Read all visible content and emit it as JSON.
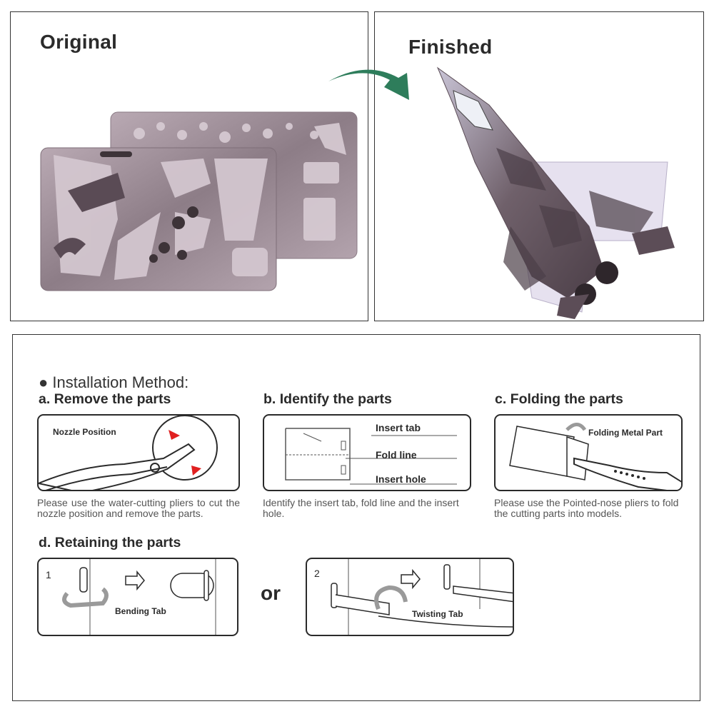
{
  "top": {
    "original_title": "Original",
    "finished_title": "Finished",
    "arrow_color": "#2e7d5b"
  },
  "installation": {
    "heading": "● Installation Method:",
    "a": {
      "title": "a. Remove the parts",
      "label": "Nozzle Position",
      "desc": "Please use the water-cutting pliers to cut the nozzle position and remove the parts."
    },
    "b": {
      "title": "b. Identify the parts",
      "labels": [
        "Insert tab",
        "Fold line",
        "Insert hole"
      ],
      "desc": "Identify the insert tab, fold line and the insert hole."
    },
    "c": {
      "title": "c. Folding the parts",
      "label": "Folding Metal Part",
      "desc": "Please use the Pointed-nose pliers to fold the cutting parts into models."
    },
    "d": {
      "title": "d. Retaining the parts",
      "step1_number": "1",
      "step1_label": "Bending Tab",
      "or_text": "or",
      "step2_number": "2",
      "step2_label": "Twisting Tab"
    }
  },
  "colors": {
    "sheet_fill": "#8f7f89",
    "sheet_light": "#c9bcc4",
    "jet_dark": "#5c4d57",
    "jet_light": "#d9d2e6",
    "line": "#2a2a2a",
    "red": "#e02020",
    "gray_arrow": "#9a9a9a"
  }
}
